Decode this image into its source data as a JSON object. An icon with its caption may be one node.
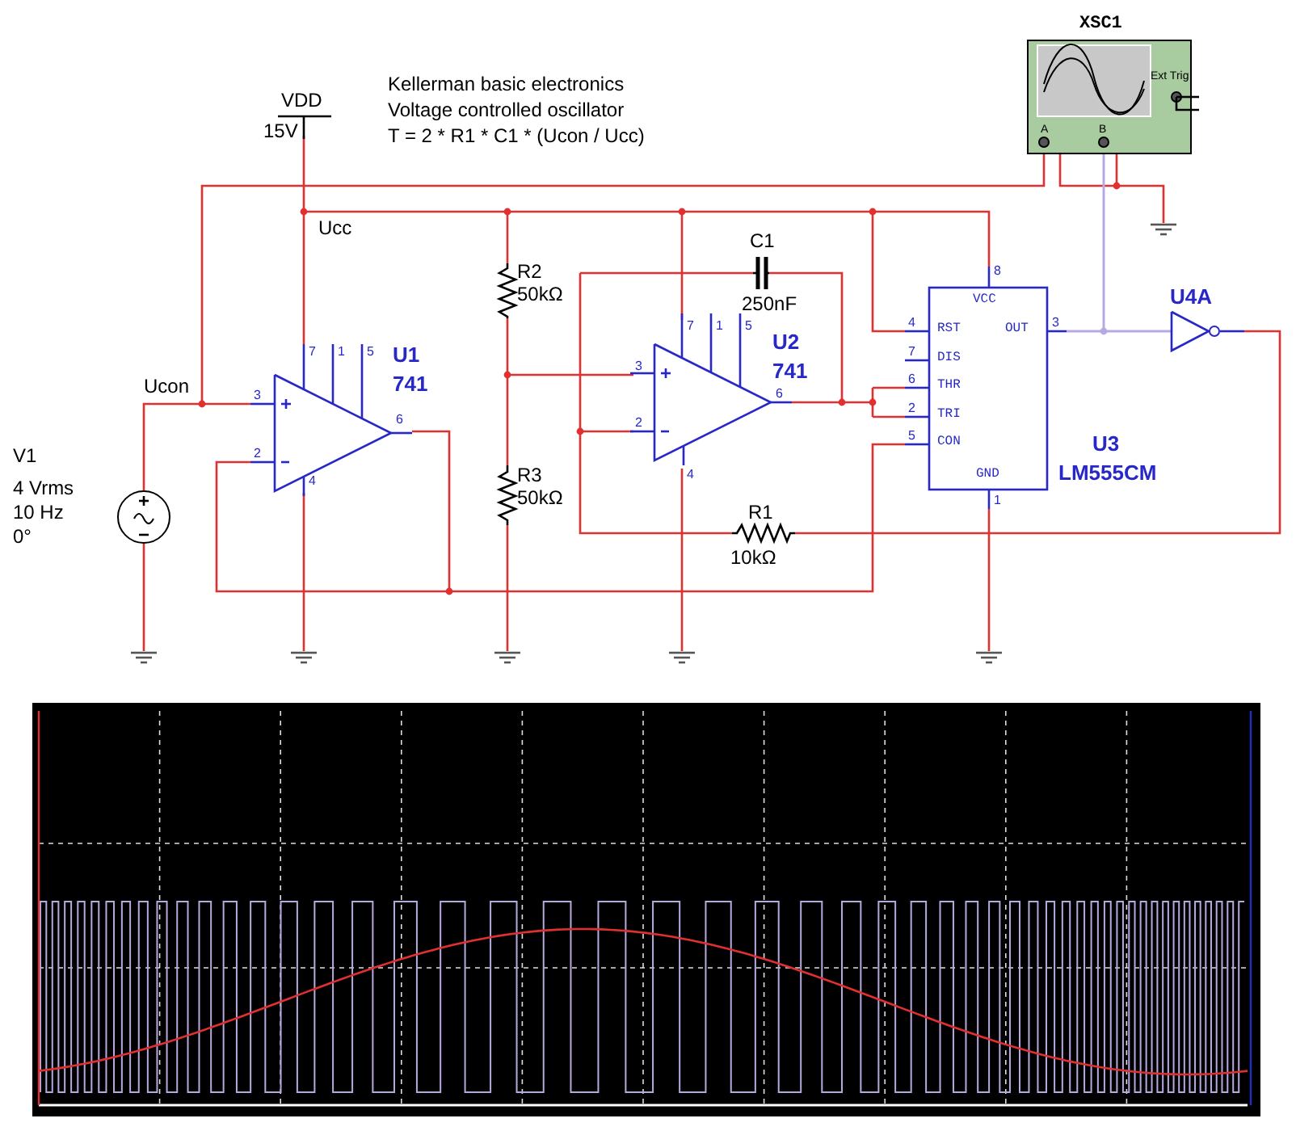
{
  "diagram": {
    "nodes": [
      {
        "text": [
          "XSC1",
          "Ext Trig",
          "A",
          "B"
        ]
      },
      {
        "text": [
          "U1",
          "741"
        ]
      },
      {
        "text": [
          "U2",
          "741"
        ]
      },
      {
        "text": [
          "VCC",
          "RST",
          "OUT",
          "DIS",
          "THR",
          "TRI",
          "CON",
          "GND"
        ],
        "beside": [
          "U3",
          "LM555CM"
        ]
      },
      {
        "text": [
          "U4A"
        ]
      },
      {
        "text": [
          "R1",
          "10kΩ"
        ]
      },
      {
        "text": [
          "R2",
          "50kΩ"
        ]
      },
      {
        "text": [
          "R3",
          "50kΩ"
        ]
      },
      {
        "text": [
          "C1",
          "250nF"
        ]
      },
      {
        "text": [
          "V1",
          "4 Vrms",
          "10 Hz",
          "0°"
        ]
      }
    ],
    "labels": [
      "Kellerman basic electronics",
      "Voltage controlled oscillator",
      "T = 2 * R1 * C1 * (Ucon / Ucc)",
      "VDD",
      "15V",
      "Ucc",
      "Ucon",
      "7",
      "1",
      "5",
      "3",
      "6",
      "2",
      "4",
      "7",
      "1",
      "5",
      "3",
      "6",
      "2",
      "4",
      "8",
      "4",
      "3",
      "7",
      "6",
      "2",
      "5",
      "1"
    ]
  }
}
